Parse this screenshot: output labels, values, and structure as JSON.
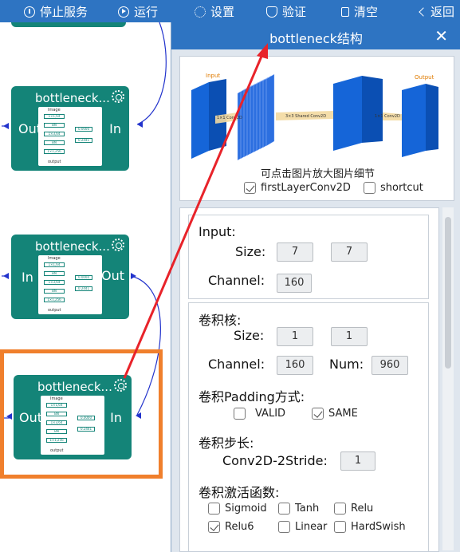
{
  "toolbar": {
    "stop_label": "停止服务",
    "run_label": "运行",
    "settings_label": "设置",
    "verify_label": "验证",
    "clear_label": "清空",
    "back_label": "返回"
  },
  "nodes": [
    {
      "title": "bottleneck...",
      "left": "Out",
      "right": "In"
    },
    {
      "title": "bottleneck...",
      "left": "In",
      "right": "Out"
    },
    {
      "title": "bottleneck...",
      "left": "Out",
      "right": "In"
    }
  ],
  "thumb": {
    "top": "Image",
    "rows": [
      "1×1,64",
      "BN",
      "1×3,64",
      "BN",
      "1×1,256"
    ],
    "side": [
      "0.0000",
      "0.2441"
    ],
    "bottom": "output"
  },
  "dialog": {
    "title": "bottleneck结构",
    "close": "✕",
    "figure": {
      "input_label": "Input",
      "output_label": "Output",
      "conv1": "1×1 Conv2D",
      "conv2": "3×3 Shared Conv2D",
      "conv3": "1×1 Conv2D"
    },
    "hint": "可点击图片放大图片细节",
    "first_layer_label": "firstLayerConv2D",
    "shortcut_label": "shortcut",
    "input": {
      "title": "Input:",
      "size_label": "Size:",
      "size_w": "7",
      "size_h": "7",
      "channel_label": "Channel:",
      "channel": "160"
    },
    "kernel": {
      "title": "卷积核:",
      "size_label": "Size:",
      "size_w": "1",
      "size_h": "1",
      "channel_label": "Channel:",
      "channel": "160",
      "num_label": "Num:",
      "num": "960",
      "padding_title": "卷积Padding方式:",
      "valid_label": "VALID",
      "same_label": "SAME",
      "stride_title": "卷积步长:",
      "stride_label": "Conv2D-2Stride:",
      "stride": "1",
      "act_title": "卷积激活函数:",
      "acts": [
        "Sigmoid",
        "Tanh",
        "Relu",
        "Relu6",
        "Linear",
        "HardSwish"
      ]
    }
  },
  "colors": {
    "toolbar": "#2e74c2",
    "node": "#148478",
    "highlight": "#f07f2c",
    "arrow": "#e8232a"
  }
}
